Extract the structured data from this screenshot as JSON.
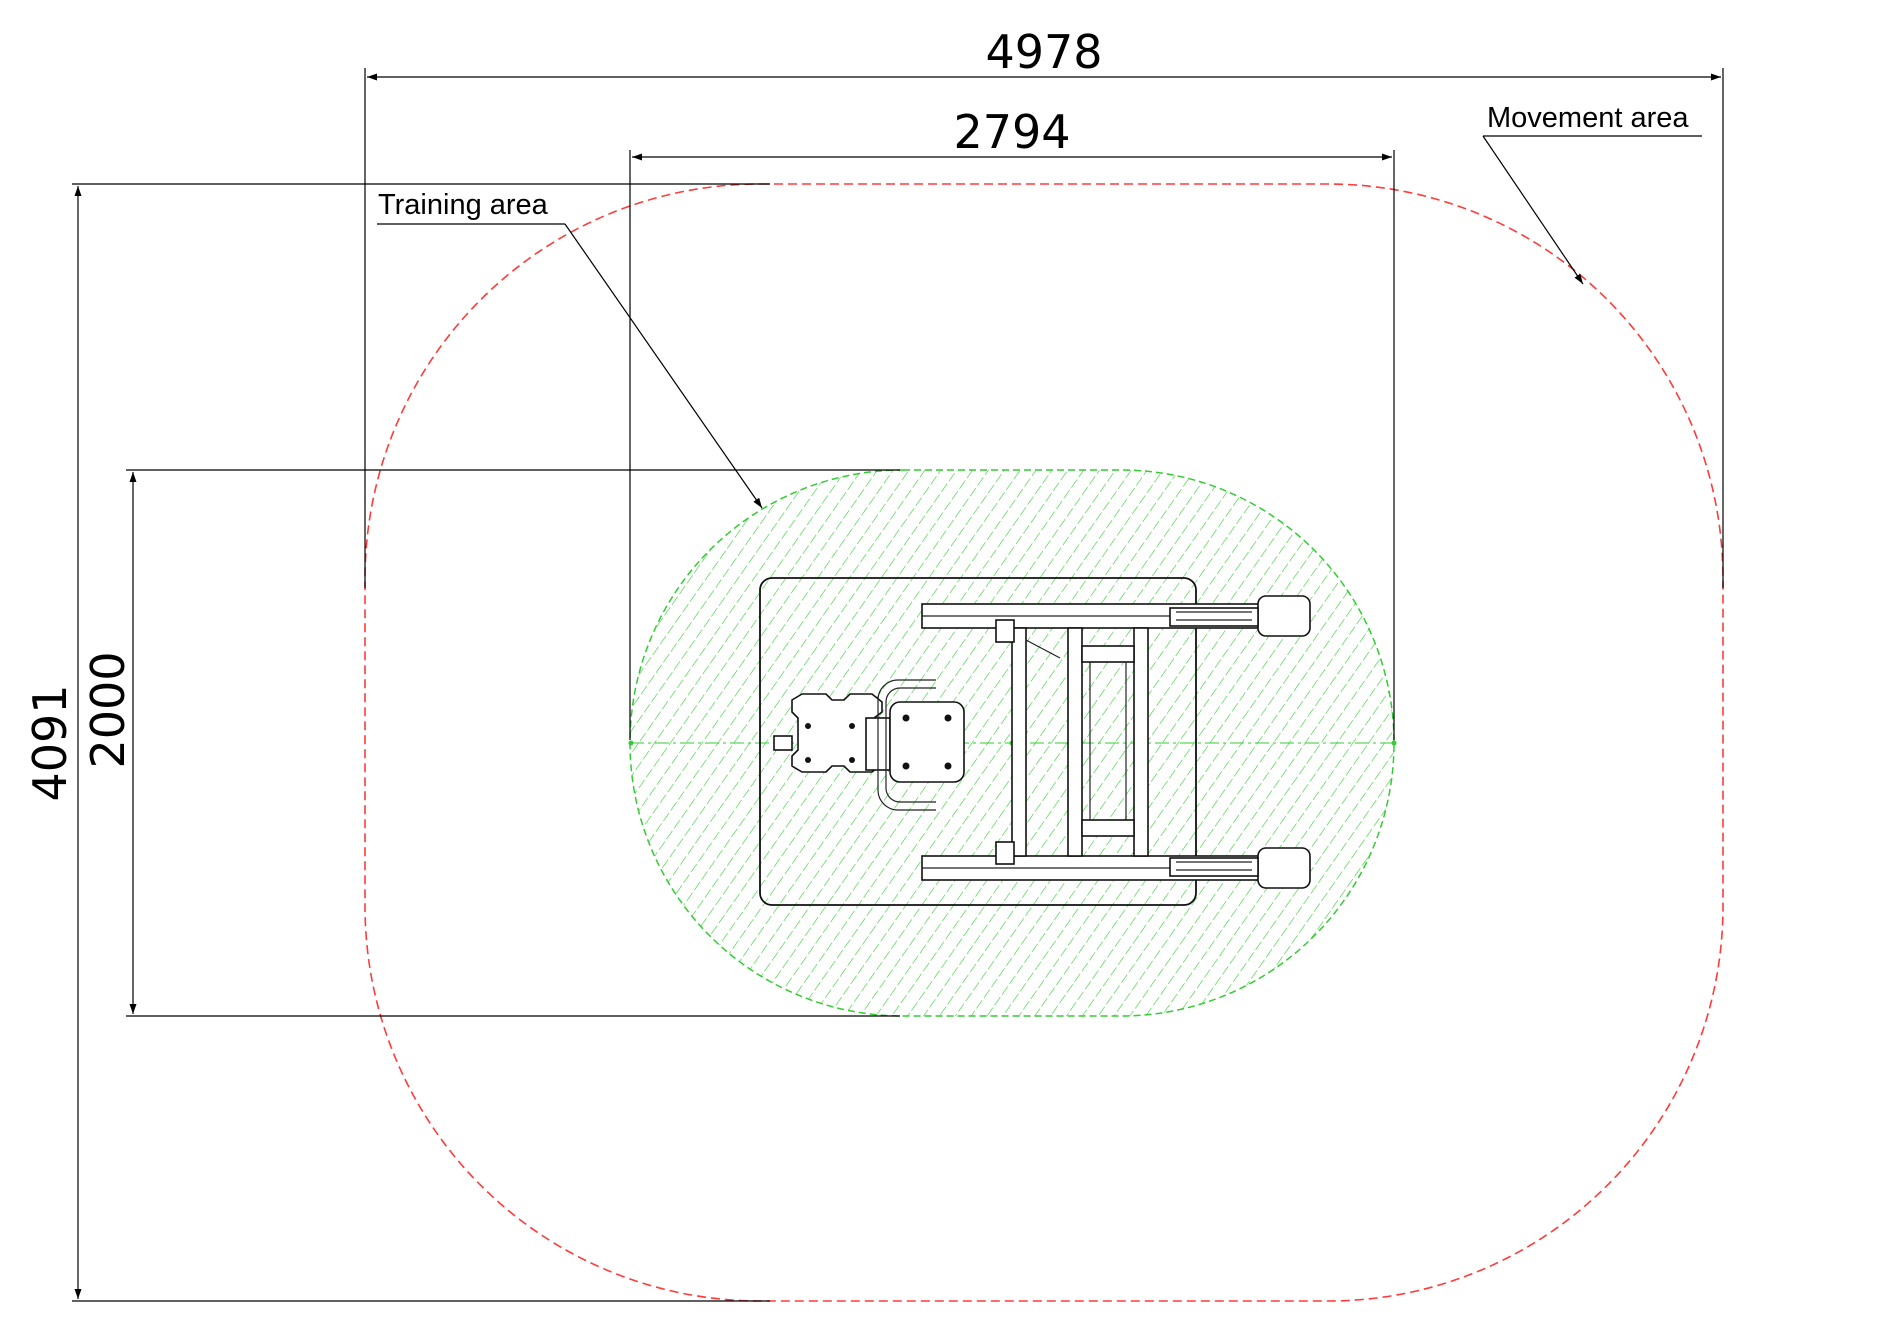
{
  "dimensions": {
    "movement_width": "4978",
    "training_width": "2794",
    "movement_height": "4091",
    "training_height": "2000"
  },
  "labels": {
    "training_area": "Training area",
    "movement_area": "Movement area"
  },
  "colors": {
    "movement_boundary": "#ff3b3b",
    "training_area": "#33cc33",
    "lines": "#000000"
  }
}
